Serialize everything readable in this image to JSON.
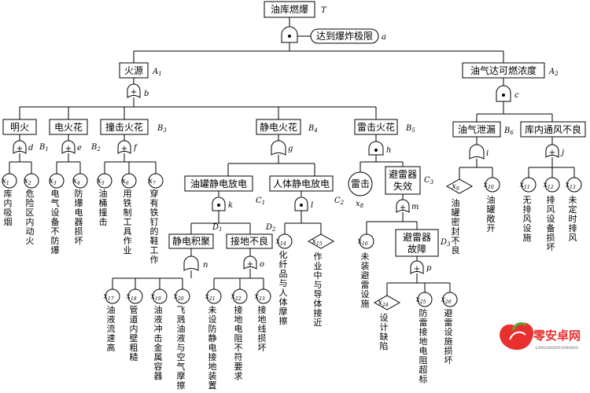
{
  "top_event": {
    "label": "油库燃爆",
    "code": "T"
  },
  "condition": {
    "label": "达到爆炸极限",
    "letter": "a"
  },
  "A1": {
    "label": "火源",
    "code": "A",
    "sub": "1",
    "gate_letter": "b"
  },
  "A2": {
    "label": "油气达可燃浓度",
    "code": "A",
    "sub": "2",
    "gate_letter": "c"
  },
  "B1": {
    "label": "明火",
    "code": "B",
    "sub": "1",
    "gate_letter": "d"
  },
  "B2": {
    "label": "电火花",
    "code": "B",
    "sub": "2",
    "gate_letter": "e"
  },
  "B3": {
    "label": "撞击火花",
    "code": "B",
    "sub": "3",
    "gate_letter": "f"
  },
  "B4": {
    "label": "静电火花",
    "code": "B",
    "sub": "4",
    "gate_letter": "g"
  },
  "B5": {
    "label": "雷击火花",
    "code": "B",
    "sub": "5",
    "gate_letter": "h"
  },
  "B6": {
    "label": "油气泄漏",
    "code": "B",
    "sub": "6",
    "gate_letter": "i"
  },
  "B7": {
    "label": "库内通风不良",
    "gate_letter": "j"
  },
  "C1": {
    "label": "油罐静电放电",
    "code": "C",
    "sub": "1",
    "gate_letter": "k"
  },
  "C2": {
    "label": "人体静电放电",
    "code": "C",
    "sub": "2",
    "gate_letter": "l"
  },
  "C3": {
    "label1": "避雷器",
    "label2": "失效",
    "code": "C",
    "sub": "3",
    "gate_letter": "m"
  },
  "D1": {
    "label": "静电积聚",
    "code": "D",
    "sub": "1",
    "gate_letter": "n"
  },
  "D2": {
    "label": "接地不良",
    "code": "D",
    "sub": "2",
    "gate_letter": "o"
  },
  "D3": {
    "label1": "避雷器",
    "label2": "故障",
    "code": "D",
    "sub": "3",
    "gate_letter": "p"
  },
  "x8_label": "雷击",
  "basic_events": [
    {
      "id": "x1",
      "x": "x",
      "n": "1",
      "text": "库内吸烟"
    },
    {
      "id": "x2",
      "x": "x",
      "n": "2",
      "text": "危险区内动火"
    },
    {
      "id": "x3",
      "x": "x",
      "n": "3",
      "text": "电气设备不防爆"
    },
    {
      "id": "x4",
      "x": "x",
      "n": "4",
      "text": "防爆电器损坏"
    },
    {
      "id": "x5",
      "x": "x",
      "n": "5",
      "text": "油桶撞击"
    },
    {
      "id": "x6",
      "x": "x",
      "n": "6",
      "text": "用铁制工具作业"
    },
    {
      "id": "x7",
      "x": "x",
      "n": "7",
      "text": "穿有铁钉的鞋工作"
    },
    {
      "id": "x8",
      "x": "x",
      "n": "8",
      "text": ""
    },
    {
      "id": "x9",
      "x": "x",
      "n": "9",
      "text": "油罐密封不良"
    },
    {
      "id": "x10",
      "x": "x",
      "n": "10",
      "text": "油罐敞开"
    },
    {
      "id": "x11",
      "x": "x",
      "n": "11",
      "text": "无排风设施"
    },
    {
      "id": "x12",
      "x": "x",
      "n": "12",
      "text": "排风设备损坏"
    },
    {
      "id": "x13",
      "x": "x",
      "n": "13",
      "text": "未定时排风"
    },
    {
      "id": "x14",
      "x": "x",
      "n": "14",
      "text": "化纤品与人体摩擦"
    },
    {
      "id": "x15",
      "x": "x",
      "n": "15",
      "text": "作业中与导体接近"
    },
    {
      "id": "x16",
      "x": "x",
      "n": "16",
      "text": "未装避雷设施"
    },
    {
      "id": "x17",
      "x": "x",
      "n": "17",
      "text": "油液流速高"
    },
    {
      "id": "x18",
      "x": "x",
      "n": "18",
      "text": "管道内壁粗糙"
    },
    {
      "id": "x19",
      "x": "x",
      "n": "19",
      "text": "油液冲击金属容器"
    },
    {
      "id": "x20",
      "x": "x",
      "n": "20",
      "text": "飞溅油液与空气摩擦"
    },
    {
      "id": "x21",
      "x": "x",
      "n": "21",
      "text": "未设防静电接地装置"
    },
    {
      "id": "x22",
      "x": "x",
      "n": "22",
      "text": "接地电阻不符要求"
    },
    {
      "id": "x23",
      "x": "x",
      "n": "23",
      "text": "接地线损坏"
    },
    {
      "id": "x24",
      "x": "x",
      "n": "24",
      "text": "设计缺陷"
    },
    {
      "id": "x25",
      "x": "x",
      "n": "25",
      "text": "防雷接地电阻超标"
    },
    {
      "id": "x26",
      "x": "x",
      "n": "26",
      "text": "避雷设施损坏"
    }
  ],
  "watermark": {
    "text": "零安卓网",
    "sub": "LINGANZHUOWANG"
  },
  "colors": {
    "line": "#000000",
    "watermark_red": "#e8312f",
    "watermark_green": "#5aa832"
  }
}
